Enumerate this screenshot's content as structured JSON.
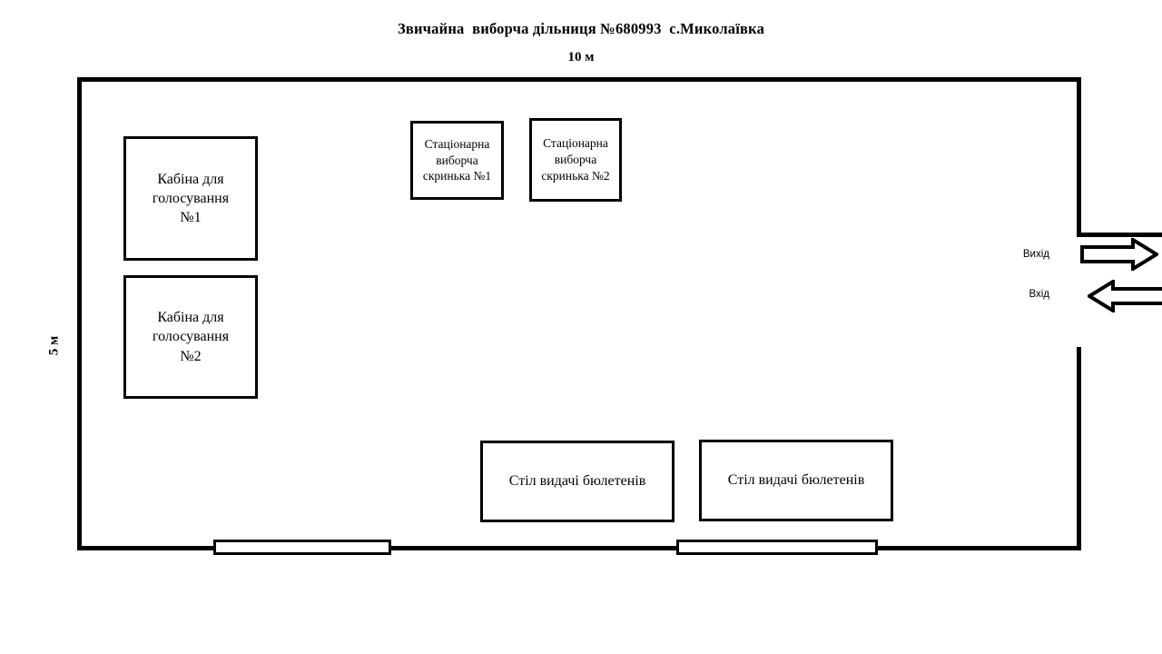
{
  "title": "Звичайна  виборча дільниця №680993  с.Миколаївка",
  "dimensions": {
    "top_label": "10 м",
    "left_label": "5 м"
  },
  "room": {
    "booths": [
      {
        "id": "booth-1",
        "label": "Кабіна для\nголосування\n№1"
      },
      {
        "id": "booth-2",
        "label": "Кабіна для\nголосування\n№2"
      }
    ],
    "ballot_boxes": [
      {
        "id": "ballot-box-1",
        "label": "Стаціонарна\nвиборча\nскринька №1"
      },
      {
        "id": "ballot-box-2",
        "label": "Стаціонарна\nвиборча\nскринька №2"
      }
    ],
    "tables": [
      {
        "id": "table-1",
        "label": "Стіл видачі бюлетенів"
      },
      {
        "id": "table-2",
        "label": "Стіл видачі бюлетенів"
      }
    ],
    "windows": [
      {
        "id": "window-1"
      },
      {
        "id": "window-2"
      }
    ]
  },
  "doors": {
    "exit": {
      "label": "Вихід",
      "icon": "arrow-right-icon",
      "direction": "right"
    },
    "entrance": {
      "label": "Вхід",
      "icon": "arrow-left-icon",
      "direction": "left"
    }
  },
  "colors": {
    "stroke": "#000000",
    "background": "#ffffff"
  }
}
